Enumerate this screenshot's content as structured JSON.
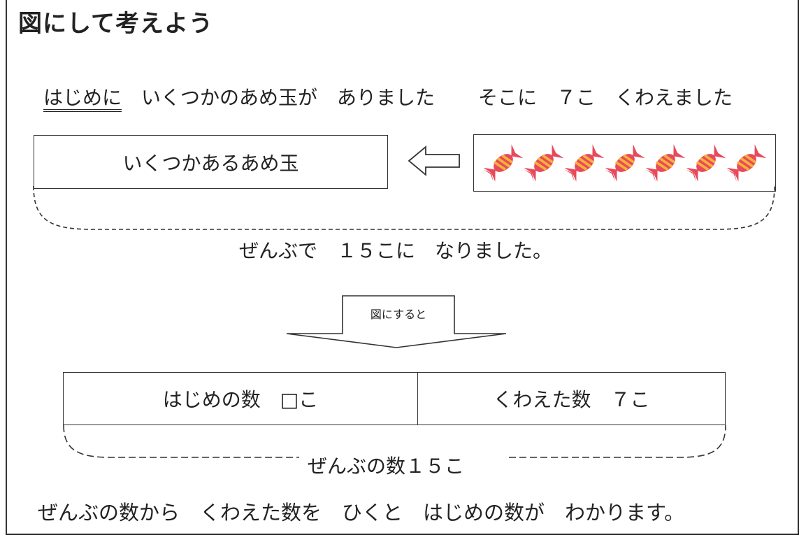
{
  "title": "図にして考えよう",
  "intro": {
    "underlined": "はじめに",
    "text1": "　いくつかのあめ玉が　ありました",
    "text2": "そこに　７こ　くわえました"
  },
  "top_diagram": {
    "unknown_box": "いくつかあるあめ玉",
    "candy_count": 7,
    "total": "ぜんぶで　１５こに　なりました。"
  },
  "arrow_label": "図にすると",
  "bar_diagram": {
    "left": "はじめの数　□こ",
    "right": "くわえた数　７こ",
    "total": "ぜんぶの数１５こ"
  },
  "conclusion": "ぜんぶの数から　くわえた数を　ひくと　はじめの数が　わかります。",
  "colors": {
    "candy_body": "#e8495b",
    "candy_stripe": "#f6b23a",
    "line": "#333333"
  }
}
